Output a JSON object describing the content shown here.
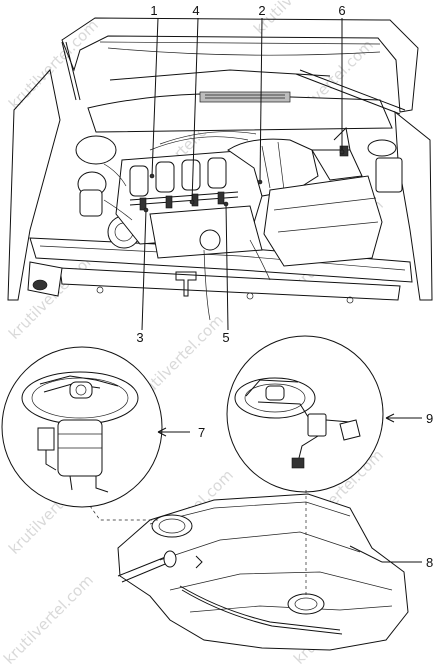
{
  "watermark": {
    "text": "krutilvertel.com"
  },
  "callouts": [
    {
      "id": "c1",
      "number": "1"
    },
    {
      "id": "c2",
      "number": "2"
    },
    {
      "id": "c3",
      "number": "3"
    },
    {
      "id": "c4",
      "number": "4"
    },
    {
      "id": "c5",
      "number": "5"
    },
    {
      "id": "c6",
      "number": "6"
    },
    {
      "id": "c7",
      "number": "7"
    },
    {
      "id": "c8",
      "number": "8"
    },
    {
      "id": "c9",
      "number": "9"
    }
  ]
}
